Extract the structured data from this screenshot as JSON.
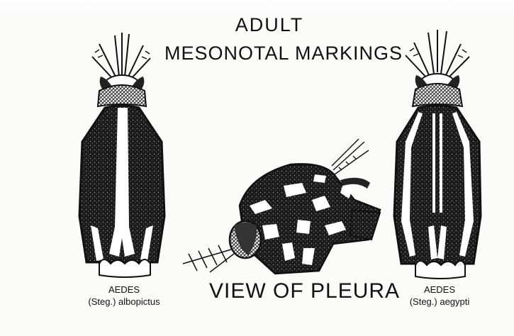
{
  "title": {
    "line1": "ADULT",
    "line2": "MESONOTAL MARKINGS"
  },
  "left_specimen": {
    "genus": "AEDES",
    "species": "(Steg.) albopictus"
  },
  "right_specimen": {
    "genus": "AEDES",
    "species": "(Steg.) aegypti"
  },
  "center_caption": "VIEW OF PLEURA",
  "colors": {
    "ink": "#111111",
    "paper": "#fbfbf8"
  }
}
